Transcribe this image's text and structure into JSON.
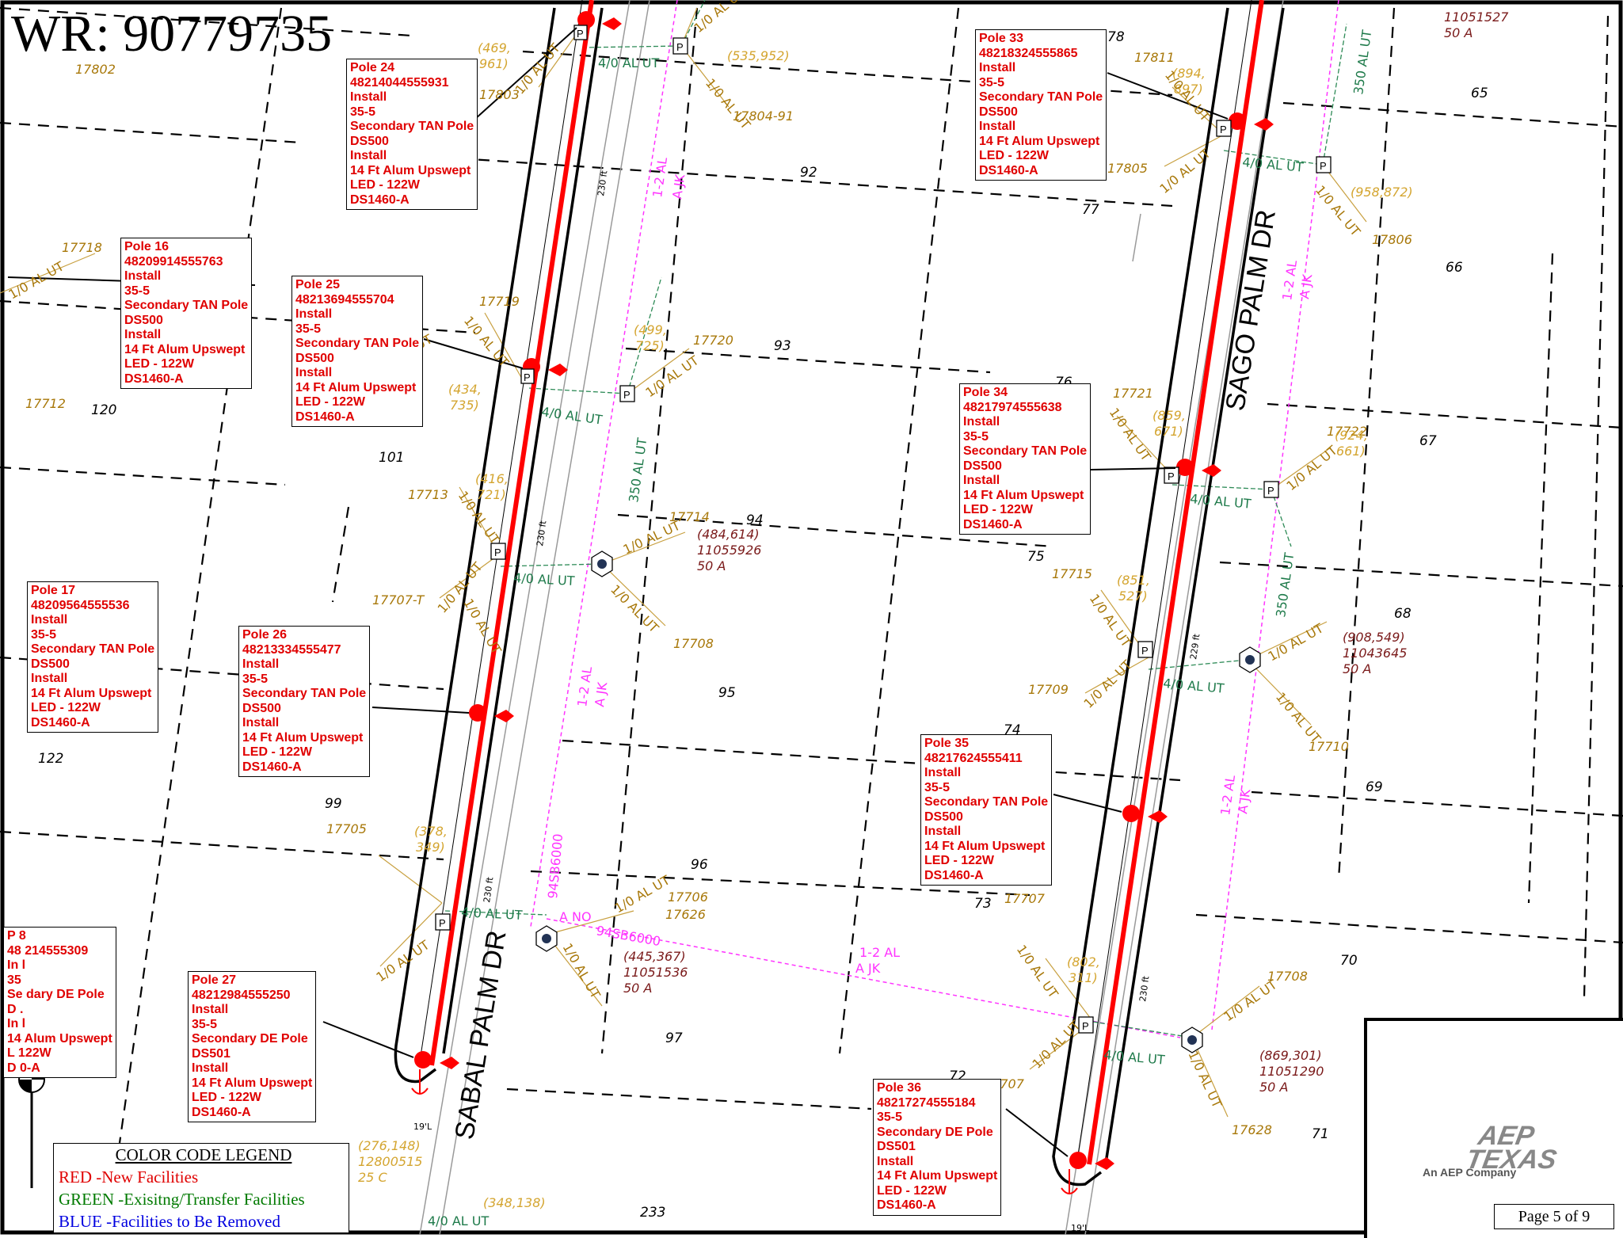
{
  "wr": "WR: 90779735",
  "street_labels": [
    "SABAL PALM DR",
    "SAGO PALM DR"
  ],
  "poles": [
    {
      "title": "Pole 24",
      "id": "48214044555931",
      "lines": [
        "Install",
        "35-5",
        "Secondary TAN Pole",
        "DS500",
        "Install",
        "14 Ft  Alum Upswept",
        "LED - 122W",
        "DS1460-A"
      ]
    },
    {
      "title": "Pole 16",
      "id": "48209914555763",
      "lines": [
        "Install",
        "35-5",
        "Secondary TAN Pole",
        "DS500",
        "Install",
        "14 Ft  Alum Upswept",
        "LED - 122W",
        "DS1460-A"
      ]
    },
    {
      "title": "Pole 25",
      "id": "48213694555704",
      "lines": [
        "Install",
        "35-5",
        "Secondary TAN Pole",
        "DS500",
        "Install",
        "14 Ft  Alum Upswept",
        "LED - 122W",
        "DS1460-A"
      ]
    },
    {
      "title": "Pole 17",
      "id": "48209564555536",
      "lines": [
        "Install",
        "35-5",
        "Secondary TAN Pole",
        "DS500",
        "Install",
        "14 Ft  Alum Upswept",
        "LED - 122W",
        "DS1460-A"
      ]
    },
    {
      "title": "Pole 26",
      "id": "48213334555477",
      "lines": [
        "Install",
        "35-5",
        "Secondary TAN Pole",
        "DS500",
        "Install",
        "14 Ft  Alum Upswept",
        "LED - 122W",
        "DS1460-A"
      ]
    },
    {
      "title": "Pole 27",
      "id": "48212984555250",
      "lines": [
        "Install",
        "35-5",
        "Secondary DE Pole",
        "DS501",
        "Install",
        "14 Ft  Alum Upswept",
        "LED - 122W",
        "DS1460-A"
      ]
    },
    {
      "title": "Pole 33",
      "id": "48218324555865",
      "lines": [
        "Install",
        "35-5",
        "Secondary TAN Pole",
        "DS500",
        "Install",
        "14 Ft  Alum Upswept",
        "LED - 122W",
        "DS1460-A"
      ]
    },
    {
      "title": "Pole 34",
      "id": "48217974555638",
      "lines": [
        "Install",
        "35-5",
        "Secondary TAN Pole",
        "DS500",
        "Install",
        "14 Ft  Alum Upswept",
        "LED - 122W",
        "DS1460-A"
      ]
    },
    {
      "title": "Pole 35",
      "id": "48217624555411",
      "lines": [
        "Install",
        "35-5",
        "Secondary TAN Pole",
        "DS500",
        "Install",
        "14 Ft  Alum Upswept",
        "LED - 122W",
        "DS1460-A"
      ]
    },
    {
      "title": "Pole 36",
      "id": "48217274555184",
      "lines": [
        "35-5",
        "Secondary DE Pole",
        "DS501",
        "Install",
        "14 Ft  Alum Upswept",
        "LED - 122W",
        "DS1460-A"
      ]
    },
    {
      "title": "P     8",
      "id": "48  214555309",
      "lines": [
        "In   l",
        "35",
        "Se    dary DE Pole",
        "D    .",
        "In   l",
        "14  Alum Upswept",
        "L    122W",
        "D    0-A"
      ]
    }
  ],
  "lot_numbers": [
    "92",
    "93",
    "94",
    "95",
    "96",
    "97",
    "99",
    "101",
    "120",
    "122",
    "65",
    "66",
    "67",
    "68",
    "69",
    "70",
    "71",
    "73",
    "74",
    "75",
    "76",
    "77",
    "78",
    "72",
    "233"
  ],
  "addresses": [
    "17802",
    "17803",
    "17804-91",
    "17718",
    "17719",
    "17720",
    "17712",
    "17713",
    "17714",
    "17707-T",
    "17708",
    "17705",
    "17706",
    "17626",
    "17811",
    "17805",
    "17806",
    "17721",
    "17722",
    "17715",
    "17709",
    "17710",
    "17707",
    "17708",
    "17628",
    "17707"
  ],
  "coordinates": [
    "(469, 961)",
    "(535,952)",
    "(434, 735)",
    "(499, 725)",
    "(416, 721)",
    "(378, 349)",
    "(894, 897)",
    "(958,872)",
    "(859, 671)",
    "(924, 661)",
    "(851, 527)",
    "(802, 311)",
    "(348,138)"
  ],
  "transformers": [
    {
      "coord": "(484,614)",
      "id": "11055926",
      "amps": "50 A"
    },
    {
      "coord": "(445,367)",
      "id": "11051536",
      "amps": "50 A"
    },
    {
      "coord": "(908,549)",
      "id": "11043645",
      "amps": "50 A"
    },
    {
      "coord": "(869,301)",
      "id": "11051290",
      "amps": "50 A"
    },
    {
      "coord": "(276,148)",
      "id": "12800515",
      "amps": "25 C"
    },
    {
      "coord": "",
      "id": "11051527",
      "amps": "50 A"
    }
  ],
  "conductor_labels": [
    "4/0 AL UT",
    "1/0 AL UT",
    "350 AL UT",
    "1-2 AL",
    "A JK",
    "A NO",
    "94SB6000",
    "230 ft",
    "229 ft",
    "19'L"
  ],
  "legend": {
    "title": "COLOR CODE LEGEND",
    "rows": [
      {
        "label": "RED     -New Facilities",
        "color": "#e00000"
      },
      {
        "label": "GREEN -Exisitng/Transfer Facilities",
        "color": "#007a00"
      },
      {
        "label": "BLUE   -Facilities to Be Removed",
        "color": "#0000e0"
      }
    ]
  },
  "logo": {
    "text_top": "AEP",
    "text_bottom": "TEXAS",
    "tagline": "An AEP Company"
  },
  "page_label": "Page 5 of 9",
  "colors": {
    "new": "#ff0000",
    "existing": "#1e7a4a",
    "dim": "#b8860b",
    "pink": "#ff33ff",
    "maroon": "#7a1a1a"
  }
}
